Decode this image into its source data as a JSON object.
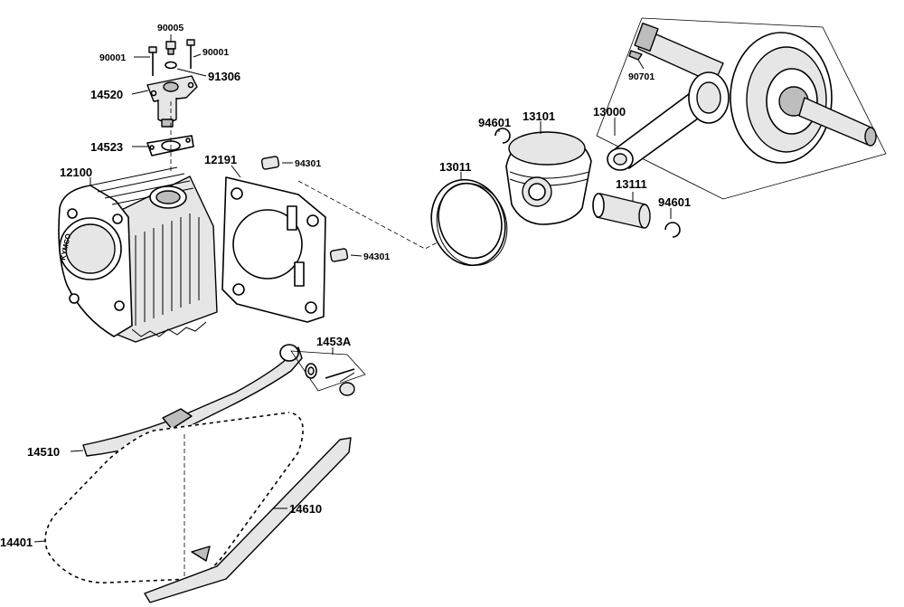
{
  "labels": {
    "p90005": "90005",
    "p90001a": "90001",
    "p90001b": "90001",
    "p91306": "91306",
    "p14520": "14520",
    "p14523": "14523",
    "p12100": "12100",
    "p12191": "12191",
    "p94301a": "94301",
    "p94301b": "94301",
    "p13011": "13011",
    "p94601a": "94601",
    "p13101": "13101",
    "p13000": "13000",
    "p90701": "90701",
    "p13111": "13111",
    "p94601b": "94601",
    "p1453A": "1453A",
    "p14510": "14510",
    "p14610": "14610",
    "p14401": "14401"
  },
  "cylinder_marking": "KYMCO"
}
